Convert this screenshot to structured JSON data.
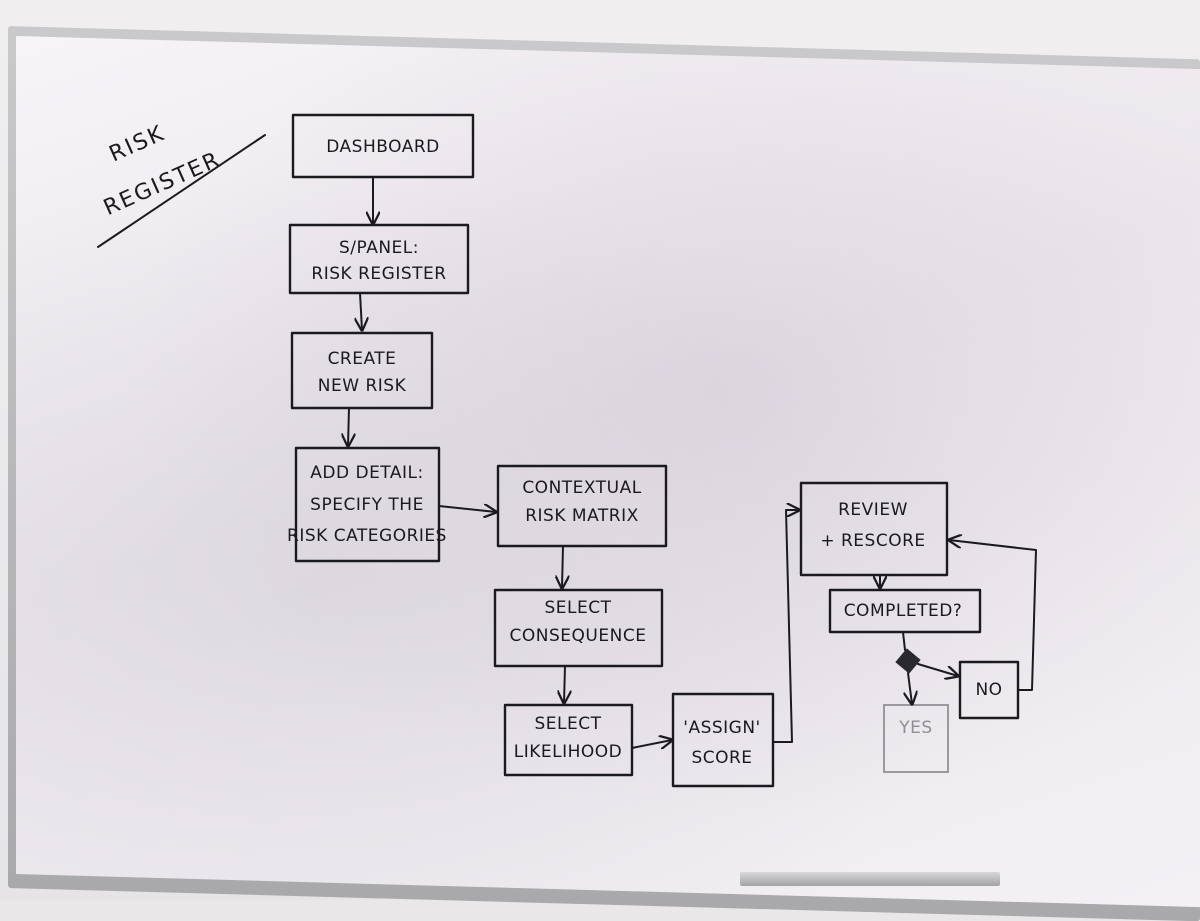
{
  "title": {
    "lines": [
      "RISK",
      "REGISTER"
    ]
  },
  "nodes": {
    "dashboard": {
      "lines": [
        "DASHBOARD"
      ]
    },
    "spanel": {
      "lines": [
        "S/PANEL:",
        "RISK REGISTER"
      ]
    },
    "create": {
      "lines": [
        "CREATE",
        "NEW RISK"
      ]
    },
    "add_detail": {
      "lines": [
        "ADD DETAIL:",
        "SPECIFY THE",
        "RISK CATEGORIES"
      ]
    },
    "contextual": {
      "lines": [
        "CONTEXTUAL",
        "RISK MATRIX"
      ]
    },
    "consequence": {
      "lines": [
        "SELECT",
        "CONSEQUENCE"
      ]
    },
    "likelihood": {
      "lines": [
        "SELECT",
        "LIKELIHOOD"
      ]
    },
    "assign": {
      "lines": [
        "'ASSIGN'",
        "SCORE"
      ]
    },
    "review": {
      "lines": [
        "REVIEW",
        "+ RESCORE"
      ]
    },
    "completed": {
      "lines": [
        "COMPLETED?"
      ]
    },
    "no": {
      "lines": [
        "NO"
      ]
    },
    "yes": {
      "lines": [
        "YES"
      ]
    }
  },
  "colors": {
    "ink": "#1b1b1f",
    "faint_ink": "#8f8f93",
    "board": "#f3f1f4",
    "frame": "#b4b4b7"
  }
}
